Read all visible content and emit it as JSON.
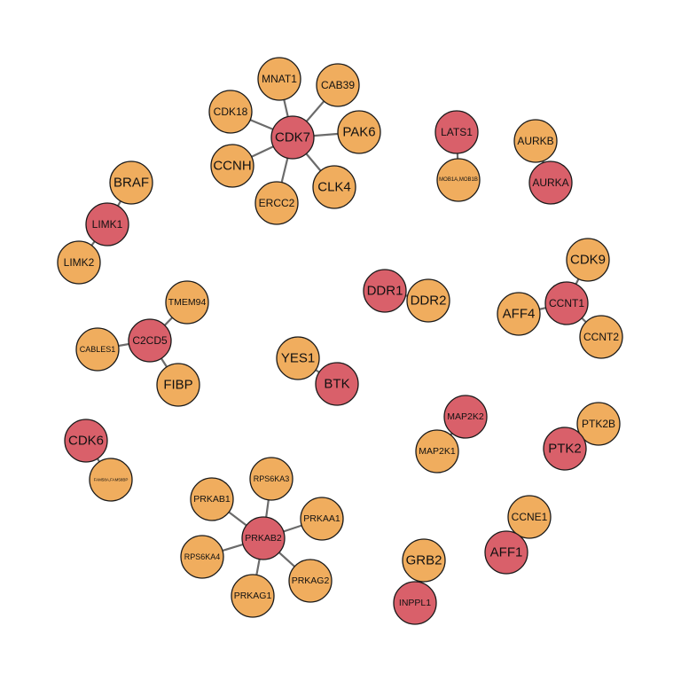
{
  "colors": {
    "hub": "#d9606a",
    "partner": "#f0ad5e",
    "edge": "#6b6b6b",
    "border": "#1a1a1a"
  },
  "nodes": [
    {
      "id": "CDK7",
      "label": "CDK7",
      "role": "hub"
    },
    {
      "id": "MNAT1",
      "label": "MNAT1",
      "role": "partner"
    },
    {
      "id": "CAB39",
      "label": "CAB39",
      "role": "partner"
    },
    {
      "id": "CDK18",
      "label": "CDK18",
      "role": "partner"
    },
    {
      "id": "PAK6",
      "label": "PAK6",
      "role": "partner"
    },
    {
      "id": "CCNH",
      "label": "CCNH",
      "role": "partner"
    },
    {
      "id": "CLK4",
      "label": "CLK4",
      "role": "partner"
    },
    {
      "id": "ERCC2",
      "label": "ERCC2",
      "role": "partner"
    },
    {
      "id": "LATS1",
      "label": "LATS1",
      "role": "hub"
    },
    {
      "id": "MOB1A",
      "label": "MOB1A,MOB1B",
      "role": "partner"
    },
    {
      "id": "AURKB",
      "label": "AURKB",
      "role": "partner"
    },
    {
      "id": "AURKA",
      "label": "AURKA",
      "role": "hub"
    },
    {
      "id": "LIMK1",
      "label": "LIMK1",
      "role": "hub"
    },
    {
      "id": "BRAF",
      "label": "BRAF",
      "role": "partner"
    },
    {
      "id": "LIMK2",
      "label": "LIMK2",
      "role": "partner"
    },
    {
      "id": "DDR1",
      "label": "DDR1",
      "role": "hub"
    },
    {
      "id": "DDR2",
      "label": "DDR2",
      "role": "partner"
    },
    {
      "id": "CCNT1",
      "label": "CCNT1",
      "role": "hub"
    },
    {
      "id": "CDK9",
      "label": "CDK9",
      "role": "partner"
    },
    {
      "id": "AFF4",
      "label": "AFF4",
      "role": "partner"
    },
    {
      "id": "CCNT2",
      "label": "CCNT2",
      "role": "partner"
    },
    {
      "id": "C2CD5",
      "label": "C2CD5",
      "role": "hub"
    },
    {
      "id": "TMEM94",
      "label": "TMEM94",
      "role": "partner"
    },
    {
      "id": "CABLES1",
      "label": "CABLES1",
      "role": "partner"
    },
    {
      "id": "FIBP",
      "label": "FIBP",
      "role": "partner"
    },
    {
      "id": "YES1",
      "label": "YES1",
      "role": "partner"
    },
    {
      "id": "BTK",
      "label": "BTK",
      "role": "hub"
    },
    {
      "id": "CDK6",
      "label": "CDK6",
      "role": "hub"
    },
    {
      "id": "FAM58A",
      "label": "FAM58A,FAM58BP",
      "role": "partner"
    },
    {
      "id": "MAP2K2",
      "label": "MAP2K2",
      "role": "hub"
    },
    {
      "id": "MAP2K1",
      "label": "MAP2K1",
      "role": "partner"
    },
    {
      "id": "PTK2B",
      "label": "PTK2B",
      "role": "partner"
    },
    {
      "id": "PTK2",
      "label": "PTK2",
      "role": "hub"
    },
    {
      "id": "PRKAB2",
      "label": "PRKAB2",
      "role": "hub"
    },
    {
      "id": "RPS6KA3",
      "label": "RPS6KA3",
      "role": "partner"
    },
    {
      "id": "PRKAB1",
      "label": "PRKAB1",
      "role": "partner"
    },
    {
      "id": "PRKAA1",
      "label": "PRKAA1",
      "role": "partner"
    },
    {
      "id": "RPS6KA4",
      "label": "RPS6KA4",
      "role": "partner"
    },
    {
      "id": "PRKAG2",
      "label": "PRKAG2",
      "role": "partner"
    },
    {
      "id": "PRKAG1",
      "label": "PRKAG1",
      "role": "partner"
    },
    {
      "id": "CCNE1",
      "label": "CCNE1",
      "role": "partner"
    },
    {
      "id": "AFF1",
      "label": "AFF1",
      "role": "hub"
    },
    {
      "id": "GRB2",
      "label": "GRB2",
      "role": "partner"
    },
    {
      "id": "INPPL1",
      "label": "INPPL1",
      "role": "hub"
    }
  ],
  "edges": [
    [
      "CDK7",
      "MNAT1"
    ],
    [
      "CDK7",
      "CAB39"
    ],
    [
      "CDK7",
      "CDK18"
    ],
    [
      "CDK7",
      "PAK6"
    ],
    [
      "CDK7",
      "CCNH"
    ],
    [
      "CDK7",
      "CLK4"
    ],
    [
      "CDK7",
      "ERCC2"
    ],
    [
      "LATS1",
      "MOB1A"
    ],
    [
      "AURKB",
      "AURKA"
    ],
    [
      "LIMK1",
      "BRAF"
    ],
    [
      "LIMK1",
      "LIMK2"
    ],
    [
      "DDR1",
      "DDR2"
    ],
    [
      "CCNT1",
      "CDK9"
    ],
    [
      "CCNT1",
      "AFF4"
    ],
    [
      "CCNT1",
      "CCNT2"
    ],
    [
      "C2CD5",
      "TMEM94"
    ],
    [
      "C2CD5",
      "CABLES1"
    ],
    [
      "C2CD5",
      "FIBP"
    ],
    [
      "YES1",
      "BTK"
    ],
    [
      "CDK6",
      "FAM58A"
    ],
    [
      "MAP2K2",
      "MAP2K1"
    ],
    [
      "PTK2B",
      "PTK2"
    ],
    [
      "PRKAB2",
      "RPS6KA3"
    ],
    [
      "PRKAB2",
      "PRKAB1"
    ],
    [
      "PRKAB2",
      "PRKAA1"
    ],
    [
      "PRKAB2",
      "RPS6KA4"
    ],
    [
      "PRKAB2",
      "PRKAG2"
    ],
    [
      "PRKAB2",
      "PRKAG1"
    ],
    [
      "CCNE1",
      "AFF1"
    ],
    [
      "GRB2",
      "INPPL1"
    ]
  ]
}
